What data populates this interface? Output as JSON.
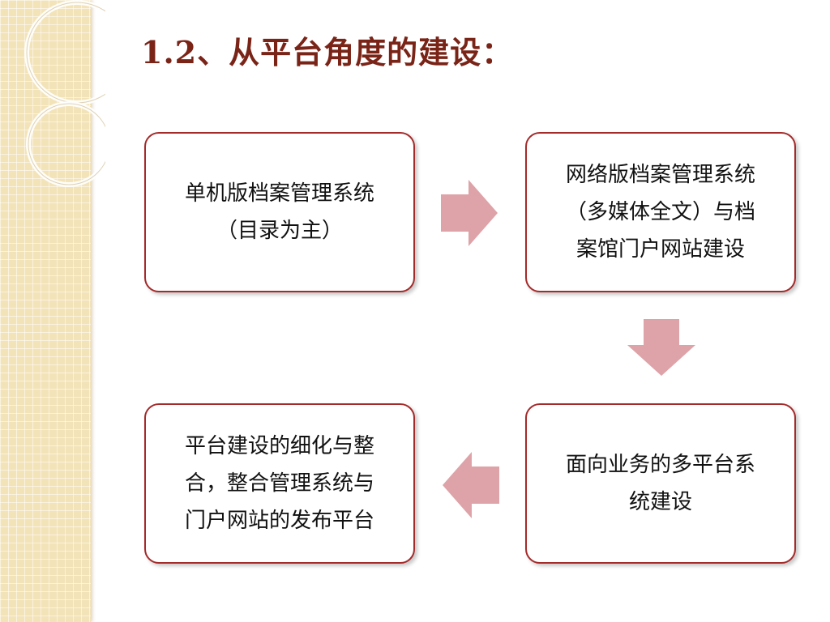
{
  "slide": {
    "title": "1.2、从平台角度的建设："
  },
  "boxes": [
    {
      "id": "box1",
      "lines": [
        "单机版档案管理系统",
        "（目录为主）"
      ]
    },
    {
      "id": "box2",
      "lines": [
        "网络版档案管理系统",
        "（多媒体全文）与档",
        "案馆门户网站建设"
      ]
    },
    {
      "id": "box3",
      "lines": [
        "面向业务的多平台系",
        "统建设"
      ]
    },
    {
      "id": "box4",
      "lines": [
        "平台建设的细化与整",
        "合，整合管理系统与",
        "门户网站的发布平台"
      ]
    }
  ],
  "colors": {
    "title": "#7a2418",
    "box_border": "#a52a2a",
    "arrow_fill": "#dea3a8",
    "side_strip": "#f3e3b8"
  },
  "icons": [
    "right-arrow-icon",
    "down-arrow-icon",
    "left-arrow-icon"
  ]
}
